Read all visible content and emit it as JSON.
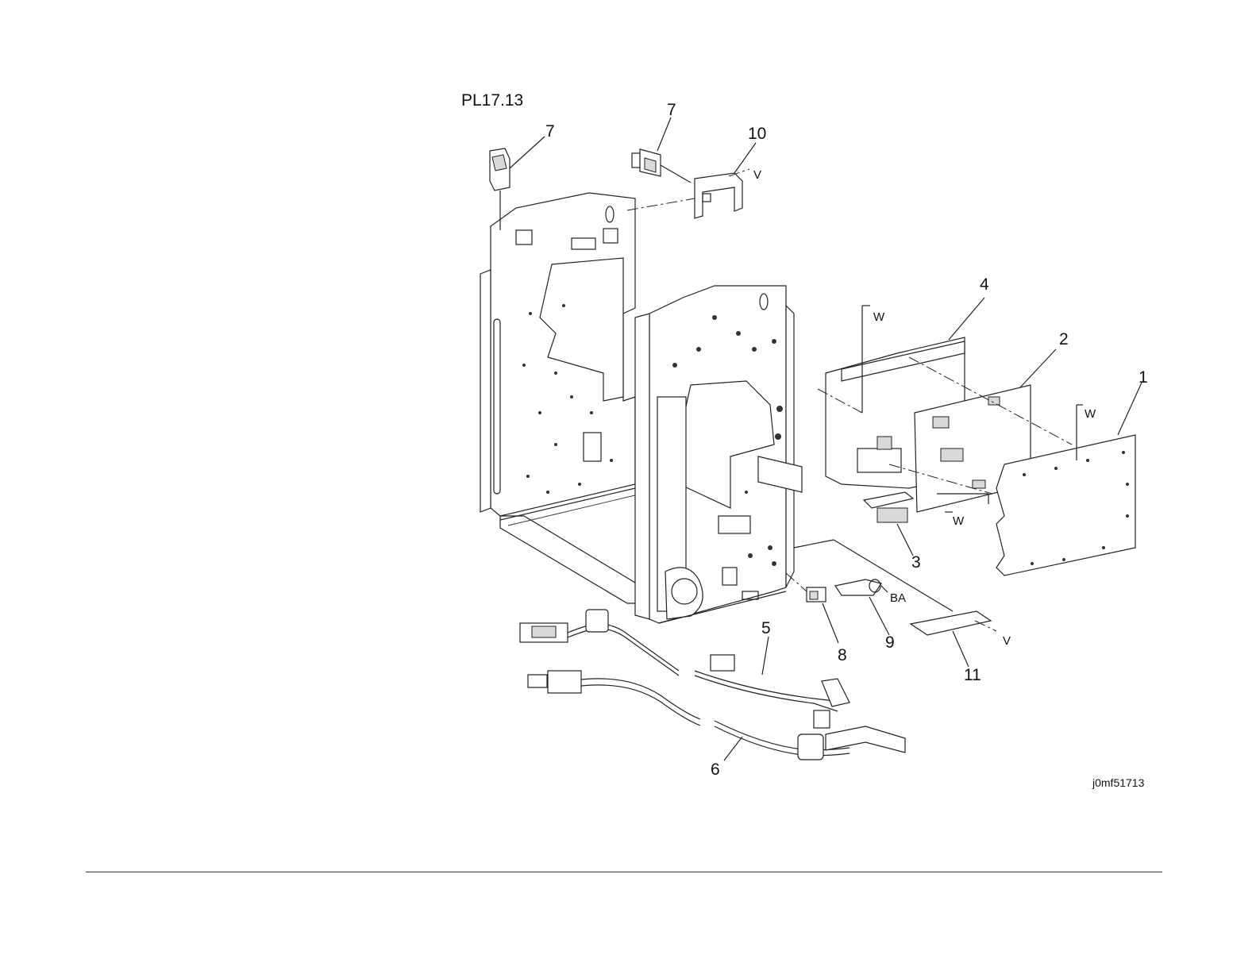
{
  "figure": {
    "plate_title": "PL17.13",
    "image_code": "j0mf51713"
  },
  "callouts": [
    {
      "id": "item-7a",
      "text": "7"
    },
    {
      "id": "item-7b",
      "text": "7"
    },
    {
      "id": "item-10",
      "text": "10"
    },
    {
      "id": "item-4",
      "text": "4"
    },
    {
      "id": "item-2",
      "text": "2"
    },
    {
      "id": "item-1",
      "text": "1"
    },
    {
      "id": "item-3",
      "text": "3"
    },
    {
      "id": "item-5",
      "text": "5"
    },
    {
      "id": "item-8",
      "text": "8"
    },
    {
      "id": "item-9",
      "text": "9"
    },
    {
      "id": "item-11",
      "text": "11"
    },
    {
      "id": "item-6",
      "text": "6"
    }
  ],
  "reference_letters": [
    {
      "id": "ref-v-top",
      "text": "V"
    },
    {
      "id": "ref-w-4",
      "text": "W"
    },
    {
      "id": "ref-w-1",
      "text": "W"
    },
    {
      "id": "ref-w-2",
      "text": "W"
    },
    {
      "id": "ref-ba",
      "text": "BA"
    },
    {
      "id": "ref-v-11",
      "text": "V"
    }
  ]
}
